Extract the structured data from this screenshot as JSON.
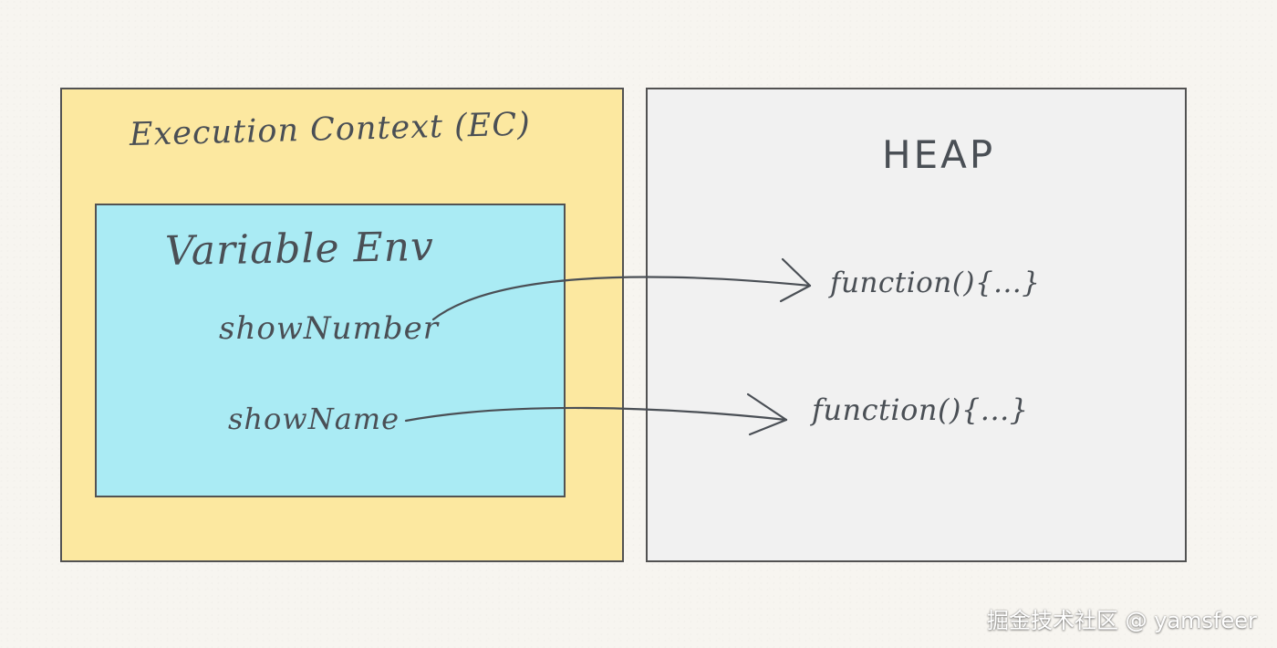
{
  "diagram": {
    "execution_context": {
      "title": "Execution Context (EC)",
      "variable_env": {
        "title": "Variable Env",
        "variables": [
          {
            "name": "showNumber"
          },
          {
            "name": "showName"
          }
        ]
      }
    },
    "heap": {
      "title": "HEAP",
      "entries": [
        {
          "label": "function(){...}"
        },
        {
          "label": "function(){...}"
        }
      ]
    },
    "links": [
      {
        "from": "showNumber",
        "to": "function(){...}"
      },
      {
        "from": "showName",
        "to": "function(){...}"
      }
    ]
  },
  "colors": {
    "execution_context_fill": "#fce8a0",
    "variable_env_fill": "#aaebf4",
    "heap_fill": "#f1f1f1",
    "outline": "#525252",
    "ink": "#4a4f55"
  },
  "watermark": {
    "text": "掘金技术社区 @ yamsfeer"
  }
}
